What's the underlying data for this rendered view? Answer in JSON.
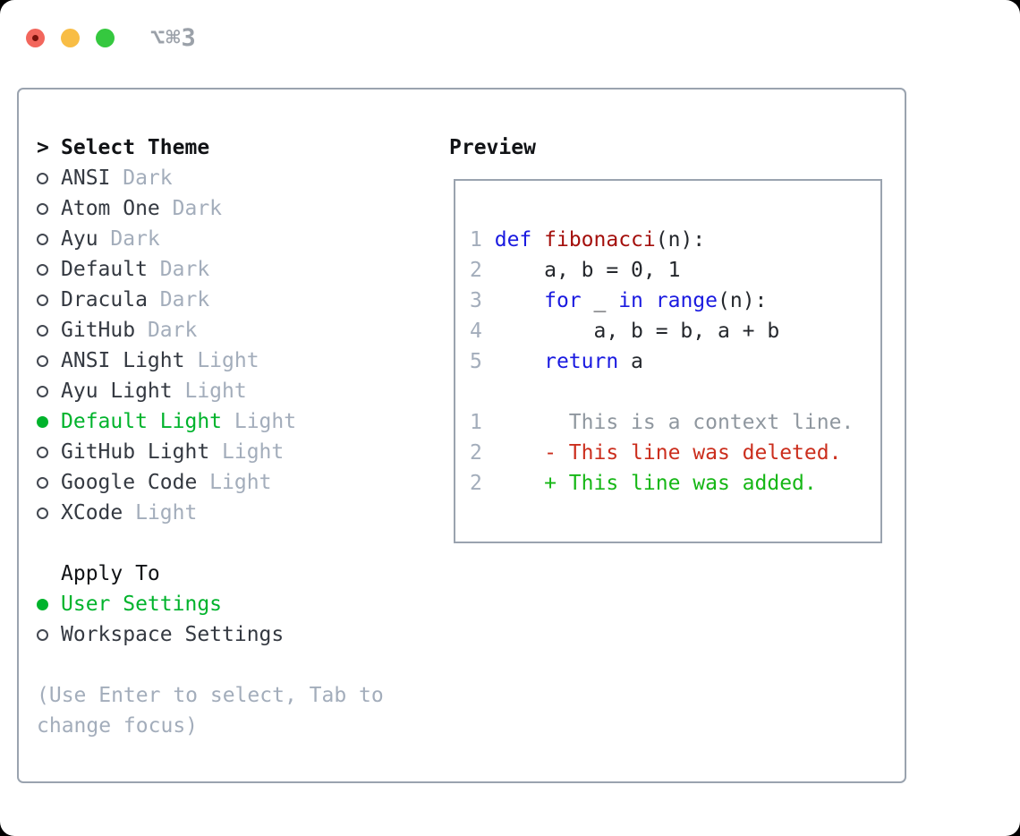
{
  "window": {
    "shortcut_label": "⌥⌘3",
    "traffic_lights": [
      "close",
      "minimize",
      "zoom"
    ]
  },
  "theme_selector": {
    "cursor": ">",
    "title": "Select Theme",
    "items": [
      {
        "name": "ANSI",
        "variant": "Dark",
        "selected": false
      },
      {
        "name": "Atom One",
        "variant": "Dark",
        "selected": false
      },
      {
        "name": "Ayu",
        "variant": "Dark",
        "selected": false
      },
      {
        "name": "Default",
        "variant": "Dark",
        "selected": false
      },
      {
        "name": "Dracula",
        "variant": "Dark",
        "selected": false
      },
      {
        "name": "GitHub",
        "variant": "Dark",
        "selected": false
      },
      {
        "name": "ANSI Light",
        "variant": "Light",
        "selected": false
      },
      {
        "name": "Ayu Light",
        "variant": "Light",
        "selected": false
      },
      {
        "name": "Default Light",
        "variant": "Light",
        "selected": true
      },
      {
        "name": "GitHub Light",
        "variant": "Light",
        "selected": false
      },
      {
        "name": "Google Code",
        "variant": "Light",
        "selected": false
      },
      {
        "name": "XCode",
        "variant": "Light",
        "selected": false
      }
    ]
  },
  "apply_to": {
    "title": "Apply To",
    "options": [
      {
        "label": "User Settings",
        "selected": true
      },
      {
        "label": "Workspace Settings",
        "selected": false
      }
    ]
  },
  "help": {
    "lines": [
      "(Use Enter to select, Tab to",
      "change focus)"
    ]
  },
  "preview": {
    "title": "Preview",
    "lines": [
      {
        "num": "1",
        "tokens": [
          {
            "t": " "
          },
          {
            "t": "def",
            "c": "kw"
          },
          {
            "t": " "
          },
          {
            "t": "fibonacci",
            "c": "fn"
          },
          {
            "t": "(n):"
          }
        ]
      },
      {
        "num": "2",
        "tokens": [
          {
            "t": "     a, b = 0, 1"
          }
        ]
      },
      {
        "num": "3",
        "tokens": [
          {
            "t": "     "
          },
          {
            "t": "for",
            "c": "kw"
          },
          {
            "t": " _ "
          },
          {
            "t": "in",
            "c": "kw"
          },
          {
            "t": " "
          },
          {
            "t": "range",
            "c": "kw"
          },
          {
            "t": "(n):"
          }
        ]
      },
      {
        "num": "4",
        "tokens": [
          {
            "t": "         a, b = b, a + b"
          }
        ]
      },
      {
        "num": "5",
        "tokens": [
          {
            "t": "     "
          },
          {
            "t": "return",
            "c": "kw"
          },
          {
            "t": " a"
          }
        ]
      },
      {
        "num": "",
        "tokens": []
      },
      {
        "num": "1",
        "tokens": [
          {
            "t": "       This is a context line.",
            "c": "ctx"
          }
        ]
      },
      {
        "num": "2",
        "tokens": [
          {
            "t": "     "
          },
          {
            "t": "- This line was deleted.",
            "c": "del"
          }
        ]
      },
      {
        "num": "2",
        "tokens": [
          {
            "t": "     "
          },
          {
            "t": "+ This line was added.",
            "c": "add"
          }
        ]
      }
    ]
  },
  "colors": {
    "border": "#9aa3af",
    "heading": "#111316",
    "text": "#343941",
    "code-text": "#24272c",
    "dim": "#a3adbb",
    "circle": "#434851",
    "green": "#00b32c",
    "keyword": "#1a1ae0",
    "function": "#a40f0c",
    "context": "#8f979f",
    "deleted": "#cb2e1d",
    "added": "#16b716",
    "line-number": "#a3adbb",
    "shortcut": "#9ba1a9",
    "light-red": "#f2665c",
    "light-red-dot": "#78120b",
    "light-yellow": "#f8bd45",
    "light-green": "#35c83f"
  }
}
